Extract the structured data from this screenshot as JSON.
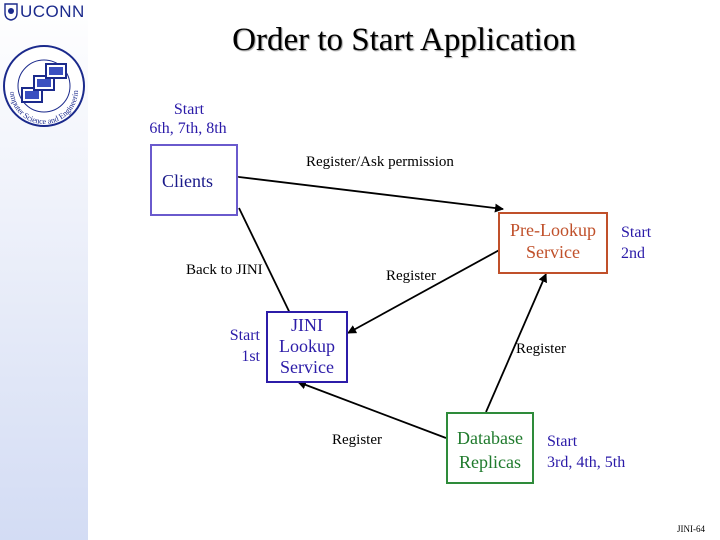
{
  "header": {
    "logo_text": "UCONN",
    "emblem_text": "Computer Science and Engineering"
  },
  "slide": {
    "title": "Order to Start Application",
    "footer": "JINI-64"
  },
  "nodes": {
    "clients": {
      "label": "Clients",
      "start": [
        "Start",
        "6th, 7th, 8th"
      ]
    },
    "pre_lookup": {
      "label": [
        "Pre-Lookup",
        "Service"
      ],
      "start": [
        "Start",
        "2nd"
      ]
    },
    "jini_lookup": {
      "label": [
        "JINI",
        "Lookup",
        "Service"
      ],
      "start": [
        "Start",
        "1st"
      ]
    },
    "database": {
      "label": [
        "Database",
        "Replicas"
      ],
      "start": [
        "Start",
        "3rd, 4th, 5th"
      ]
    }
  },
  "edges": {
    "register_ask": "Register/Ask permission",
    "back_to_jini": "Back to JINI",
    "register_jini": "Register",
    "register_db_pre": "Register",
    "register_db_jini": "Register"
  },
  "colors": {
    "clients_border": "#6a5acd",
    "pre_lookup": "#c0502a",
    "jini_lookup": "#2c1ca8",
    "database": "#2e8b3a",
    "start_text": "#2a1aa8"
  }
}
